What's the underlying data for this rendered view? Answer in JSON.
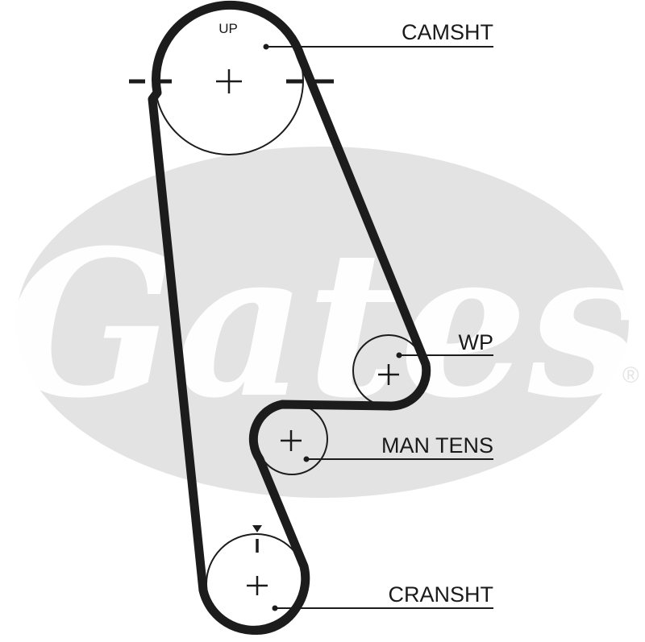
{
  "colors": {
    "belt": "#1c1c1c",
    "pulley_outline": "#1c1c1c",
    "leader_line": "#1c1c1c",
    "watermark_oval": "#e3e3e3",
    "watermark_text": "#ffffff"
  },
  "watermark": {
    "brand": "Gates",
    "registered": "®"
  },
  "labels": {
    "up": "UP",
    "camshaft": "CAMSHT",
    "water_pump": "WP",
    "tensioner": "MAN TENS",
    "crankshaft": "CRANSHT"
  }
}
